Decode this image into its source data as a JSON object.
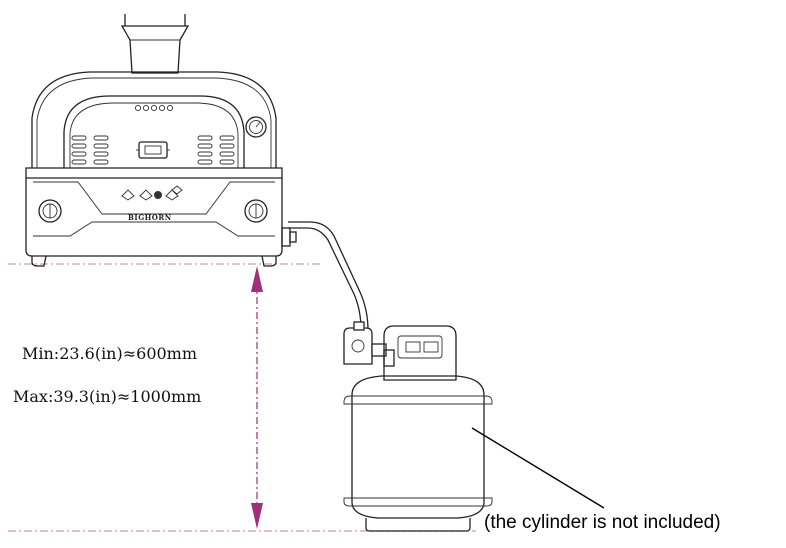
{
  "diagram": {
    "measurement": {
      "min_label": "Min:23.6(in)≈600mm",
      "max_label": "Max:39.3(in)≈1000mm"
    },
    "callout": {
      "text": "(the cylinder is not included)"
    },
    "oven": {
      "brand": "BIGHORN"
    },
    "colors": {
      "arrow": "#a0307a",
      "ground_line": "#d79aa6",
      "outline": "#222222"
    }
  }
}
